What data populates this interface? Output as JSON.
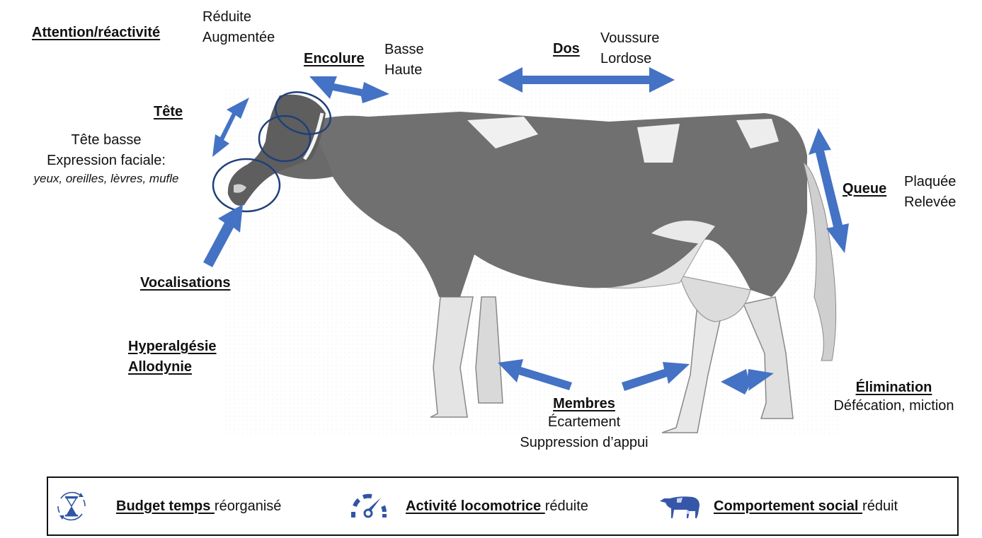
{
  "colors": {
    "arrow": "#4472C4",
    "ellipse": "#203F7A",
    "cow_dark": "#6e6e6e",
    "cow_light": "#d8d8d8",
    "icon_blue": "#2F55A4",
    "text": "#111111",
    "border": "#111111"
  },
  "labels": {
    "attention": {
      "title": "Attention/réactivité",
      "values": [
        "Réduite",
        "Augmentée"
      ]
    },
    "encolure": {
      "title": "Encolure",
      "values": [
        "Basse",
        "Haute"
      ]
    },
    "dos": {
      "title": "Dos",
      "values": [
        "Voussure",
        "Lordose"
      ]
    },
    "tete": {
      "title": "Tête",
      "line1": "Tête basse",
      "line2": "Expression faciale:",
      "line3": "yeux, oreilles, lèvres, mufle"
    },
    "queue": {
      "title": "Queue",
      "values": [
        "Plaquée",
        "Relevée"
      ]
    },
    "vocalisations": {
      "title": "Vocalisations"
    },
    "hyperalgesie": {
      "title1": "Hyperalgésie",
      "title2": "Allodynie"
    },
    "membres": {
      "title": "Membres",
      "values": [
        "Écartement",
        "Suppression d’appui"
      ]
    },
    "elimination": {
      "title": "Élimination",
      "value": "Défécation, miction"
    }
  },
  "legend": [
    {
      "icon": "hourglass-cycle-icon",
      "key": "Budget temps ",
      "value": "réorganisé"
    },
    {
      "icon": "speedometer-icon",
      "key": "Activité locomotrice ",
      "value": "réduite"
    },
    {
      "icon": "cow-icon",
      "key": "Comportement social ",
      "value": "réduit"
    }
  ]
}
